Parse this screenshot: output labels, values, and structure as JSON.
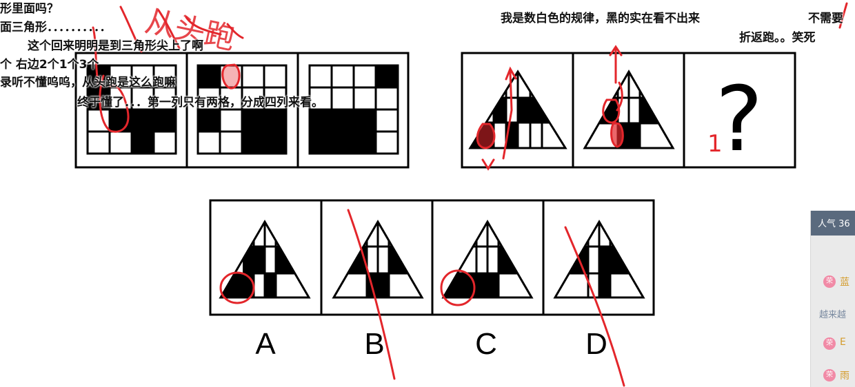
{
  "question": {
    "option_labels": [
      "A",
      "B",
      "C",
      "D"
    ],
    "answer_mark": "?"
  },
  "danmaku": [
    "形里面吗？",
    "面三角形．．．．．．．．．．",
    "这个回来明明是到三角形尖上了啊",
    "个  右边2个1个3个",
    "录听不懂呜呜，从头跑是这么跑嘛",
    "终于懂了．．．第一列只有两格，分成四列来看。",
    "我是数白色的规律，黑的实在看不出来",
    "不需要",
    "折返跑。。笑死"
  ],
  "handwriting": {
    "top_note": "从头跑",
    "digit_note": "1"
  },
  "live_panel": {
    "popularity": "人气 36",
    "chat": [
      {
        "badge": "荣",
        "name": "蓝"
      },
      {
        "text": "越来越"
      },
      {
        "badge": "荣",
        "name": "E"
      },
      {
        "badge": "荣",
        "name": "雨"
      }
    ]
  },
  "colors": {
    "ink": "#000000",
    "annotation_red": "#e3262b",
    "background": "#ffffff"
  }
}
